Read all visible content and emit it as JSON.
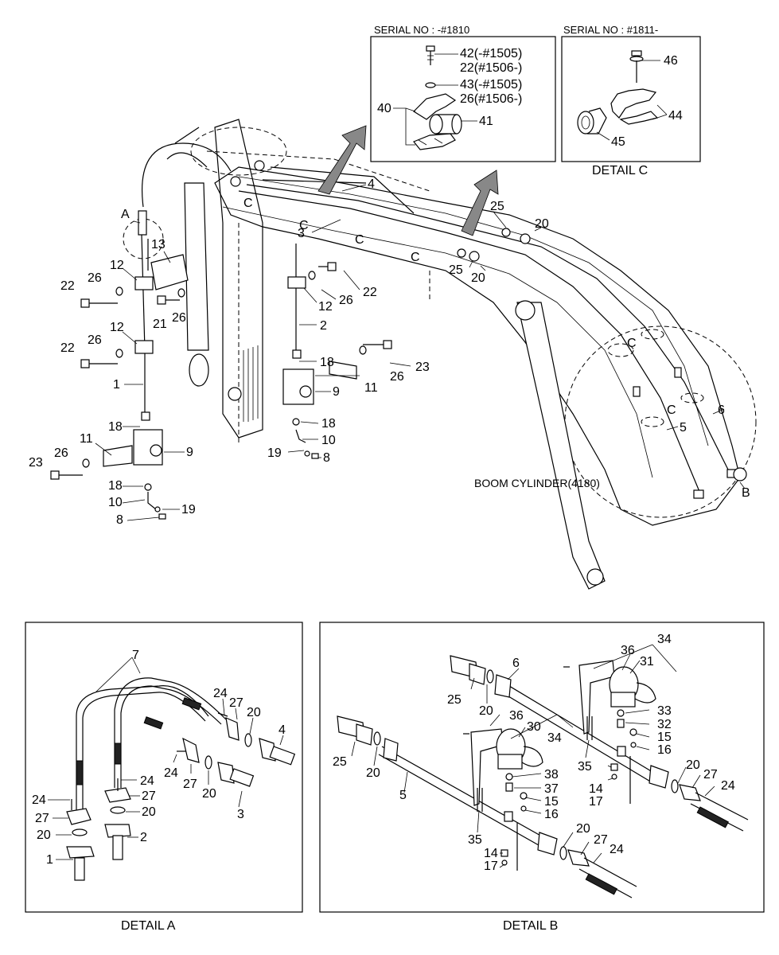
{
  "serial_boxes": {
    "left": {
      "header": "SERIAL NO : -#1810",
      "items": [
        {
          "label": "42(-#1505)"
        },
        {
          "label": "22(#1506-)"
        },
        {
          "label": "43(-#1505)"
        },
        {
          "label": "26(#1506-)"
        },
        {
          "label": "40"
        },
        {
          "label": "41"
        }
      ]
    },
    "right": {
      "header": "SERIAL NO : #1811-",
      "caption": "DETAIL  C",
      "items": [
        {
          "label": "46"
        },
        {
          "label": "44"
        },
        {
          "label": "45"
        }
      ]
    }
  },
  "main": {
    "callouts": [
      "A",
      "13",
      "12",
      "22",
      "26",
      "21",
      "26",
      "12",
      "22",
      "26",
      "1",
      "18",
      "11",
      "9",
      "23",
      "26",
      "18",
      "10",
      "19",
      "8",
      "2",
      "12",
      "26",
      "22",
      "18",
      "11",
      "9",
      "26",
      "23",
      "18",
      "10",
      "19",
      "8",
      "4",
      "3",
      "C",
      "C",
      "C",
      "C",
      "25",
      "20",
      "25",
      "20",
      "C",
      "C",
      "6",
      "5",
      "B"
    ],
    "boom_cylinder": "BOOM CYLINDER(4180)"
  },
  "detail_a": {
    "caption": "DETAIL A",
    "callouts": [
      "7",
      "24",
      "27",
      "20",
      "4",
      "24",
      "27",
      "20",
      "3",
      "24",
      "27",
      "20",
      "2",
      "24",
      "27",
      "20",
      "1"
    ]
  },
  "detail_b": {
    "caption": "DETAIL B",
    "callouts": [
      "34",
      "36",
      "31",
      "6",
      "25",
      "20",
      "33",
      "32",
      "15",
      "16",
      "35",
      "36",
      "30",
      "34",
      "25",
      "20",
      "5",
      "38",
      "37",
      "15",
      "16",
      "14",
      "17",
      "20",
      "27",
      "24",
      "35",
      "14",
      "17",
      "20",
      "27",
      "24"
    ]
  }
}
